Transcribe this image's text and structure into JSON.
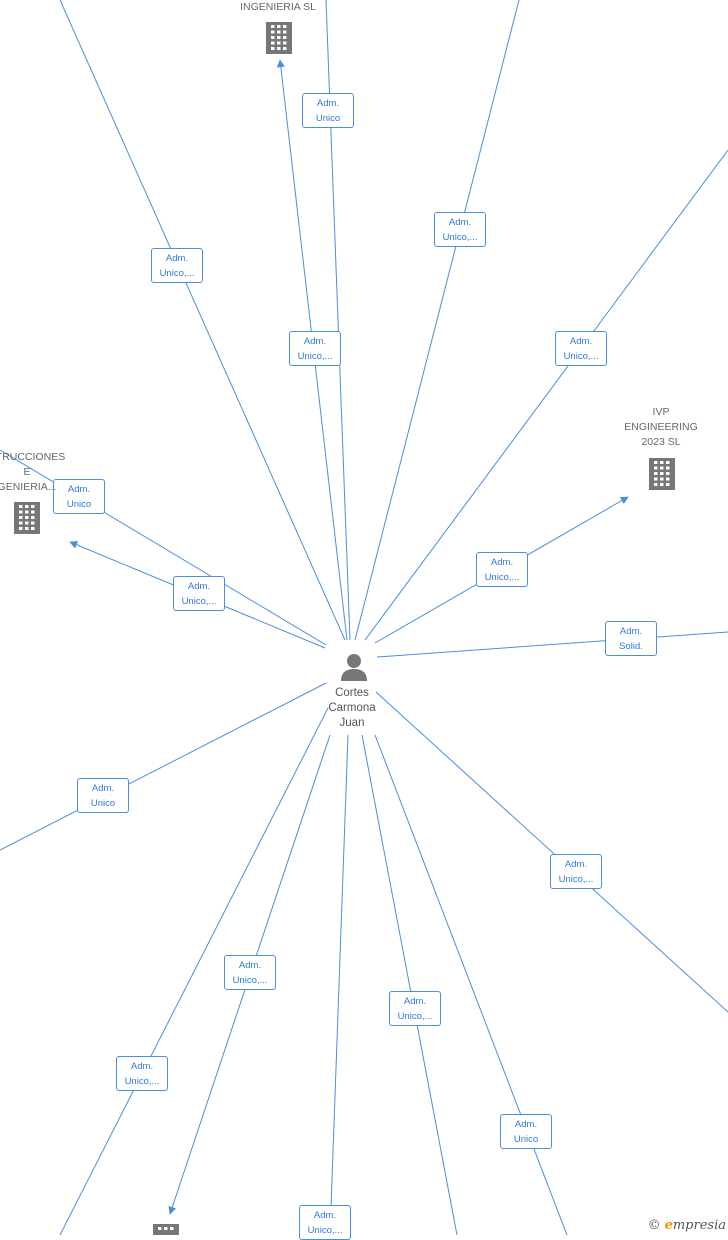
{
  "person": {
    "name_lines": [
      "Cortes",
      "Carmona",
      "Juan"
    ]
  },
  "companies": [
    {
      "id": "ingenieria-sl",
      "lines": [
        "INGENIERIA  SL"
      ]
    },
    {
      "id": "ivp-engineering",
      "lines": [
        "IVP",
        "ENGINEERING",
        "2023  SL"
      ]
    },
    {
      "id": "construcciones",
      "lines": [
        "STRUCCIONES",
        "E",
        "GENIERIA..."
      ]
    }
  ],
  "roles": [
    "Adm. Unico",
    "Adm. Unico,...",
    "Adm. Unico,...",
    "Adm. Unico,...",
    "Adm. Unico,...",
    "Adm. Unico",
    "Adm. Unico,...",
    "Adm. Unico,...",
    "Adm. Solid.",
    "Adm. Unico",
    "Adm. Unico,...",
    "Adm. Unico,...",
    "Adm. Unico,...",
    "Adm. Unico,...",
    "Adm. Unico",
    "Adm. Unico,..."
  ],
  "watermark": {
    "copyright": "©",
    "brand_initial": "e",
    "brand_rest": "mpresia"
  },
  "colors": {
    "edge": "#4a8fd8",
    "label_text": "#2f7bd1",
    "icon": "#777777",
    "brand": "#f29400"
  }
}
